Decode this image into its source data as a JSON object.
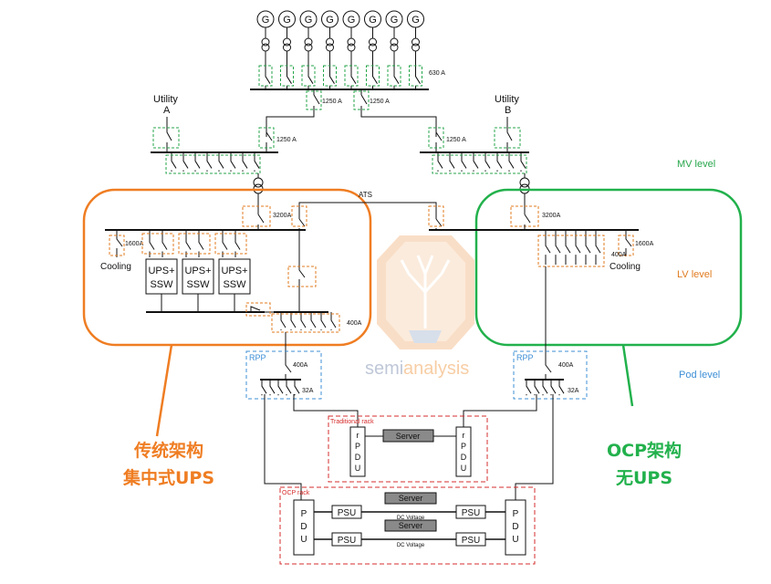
{
  "generators": {
    "symbol": "G",
    "count": 8,
    "rating": "630 A"
  },
  "ties": {
    "left": "1250 A",
    "right": "1250 A"
  },
  "utilities": {
    "a_name": "Utility",
    "a_letter": "A",
    "b_name": "Utility",
    "b_letter": "B"
  },
  "mv": {
    "feeder_left": "1250 A",
    "feeder_right": "1250 A",
    "level_label": "MV level"
  },
  "lv": {
    "ats": "ATS",
    "main_left": "3200A",
    "main_right": "3200A",
    "cooling_left_rating": "1600A",
    "cooling_left_label": "Cooling",
    "cooling_right_rating": "1600A",
    "cooling_right_rating_short": "400A",
    "cooling_right_label": "Cooling",
    "ups_line1": "UPS+",
    "ups_line2": "SSW",
    "ups_count": 3,
    "out_rating": "400A",
    "level_label": "LV level"
  },
  "pod": {
    "rpp_label": "RPP",
    "rpp_main_left": "400A",
    "rpp_main_right": "400A",
    "branch_left": "32A",
    "branch_right": "32A",
    "level_label": "Pod level"
  },
  "traditional_rack": {
    "label": "Traditional rack",
    "server": "Server",
    "rpdu_chars": [
      "r",
      "P",
      "D",
      "U"
    ]
  },
  "ocp_rack": {
    "label": "OCP rack",
    "server": "Server",
    "psu": "PSU",
    "dc_voltage": "DC Voltage",
    "pdu_chars": [
      "P",
      "D",
      "U"
    ]
  },
  "watermark": {
    "semi": "semi",
    "analysis": "analysis"
  },
  "annotations": {
    "left_line1": "传统架构",
    "left_line2": "集中式UPS",
    "right_line1": "OCP架构",
    "right_line2": "无UPS"
  },
  "colors": {
    "orange": "#ef7d22",
    "green": "#22b14c",
    "blue": "#3d8fd6",
    "red": "#d62c2c",
    "mv_green": "#27a64b",
    "lv_orange": "#e07b1f"
  }
}
